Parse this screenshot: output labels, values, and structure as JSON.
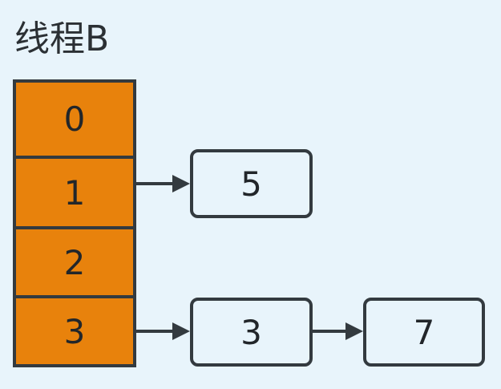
{
  "diagram": {
    "title": "线程B",
    "background_color": "#e8f4fb",
    "stroke_color": "#333a3f",
    "array_fill_color": "#e8820c",
    "text_color": "#22262a",
    "array": {
      "name": "bucket-array",
      "cells": [
        {
          "label": "0"
        },
        {
          "label": "1"
        },
        {
          "label": "2"
        },
        {
          "label": "3"
        }
      ]
    },
    "nodes": [
      {
        "id": "node-5",
        "label": "5"
      },
      {
        "id": "node-3",
        "label": "3"
      },
      {
        "id": "node-7",
        "label": "7"
      }
    ],
    "arrows": [
      {
        "id": "arrow-cell1-to-node5",
        "from": "1",
        "to": "5"
      },
      {
        "id": "arrow-cell3-to-node3",
        "from": "3",
        "to": "3"
      },
      {
        "id": "arrow-node3-to-node7",
        "from": "3",
        "to": "7"
      }
    ]
  }
}
